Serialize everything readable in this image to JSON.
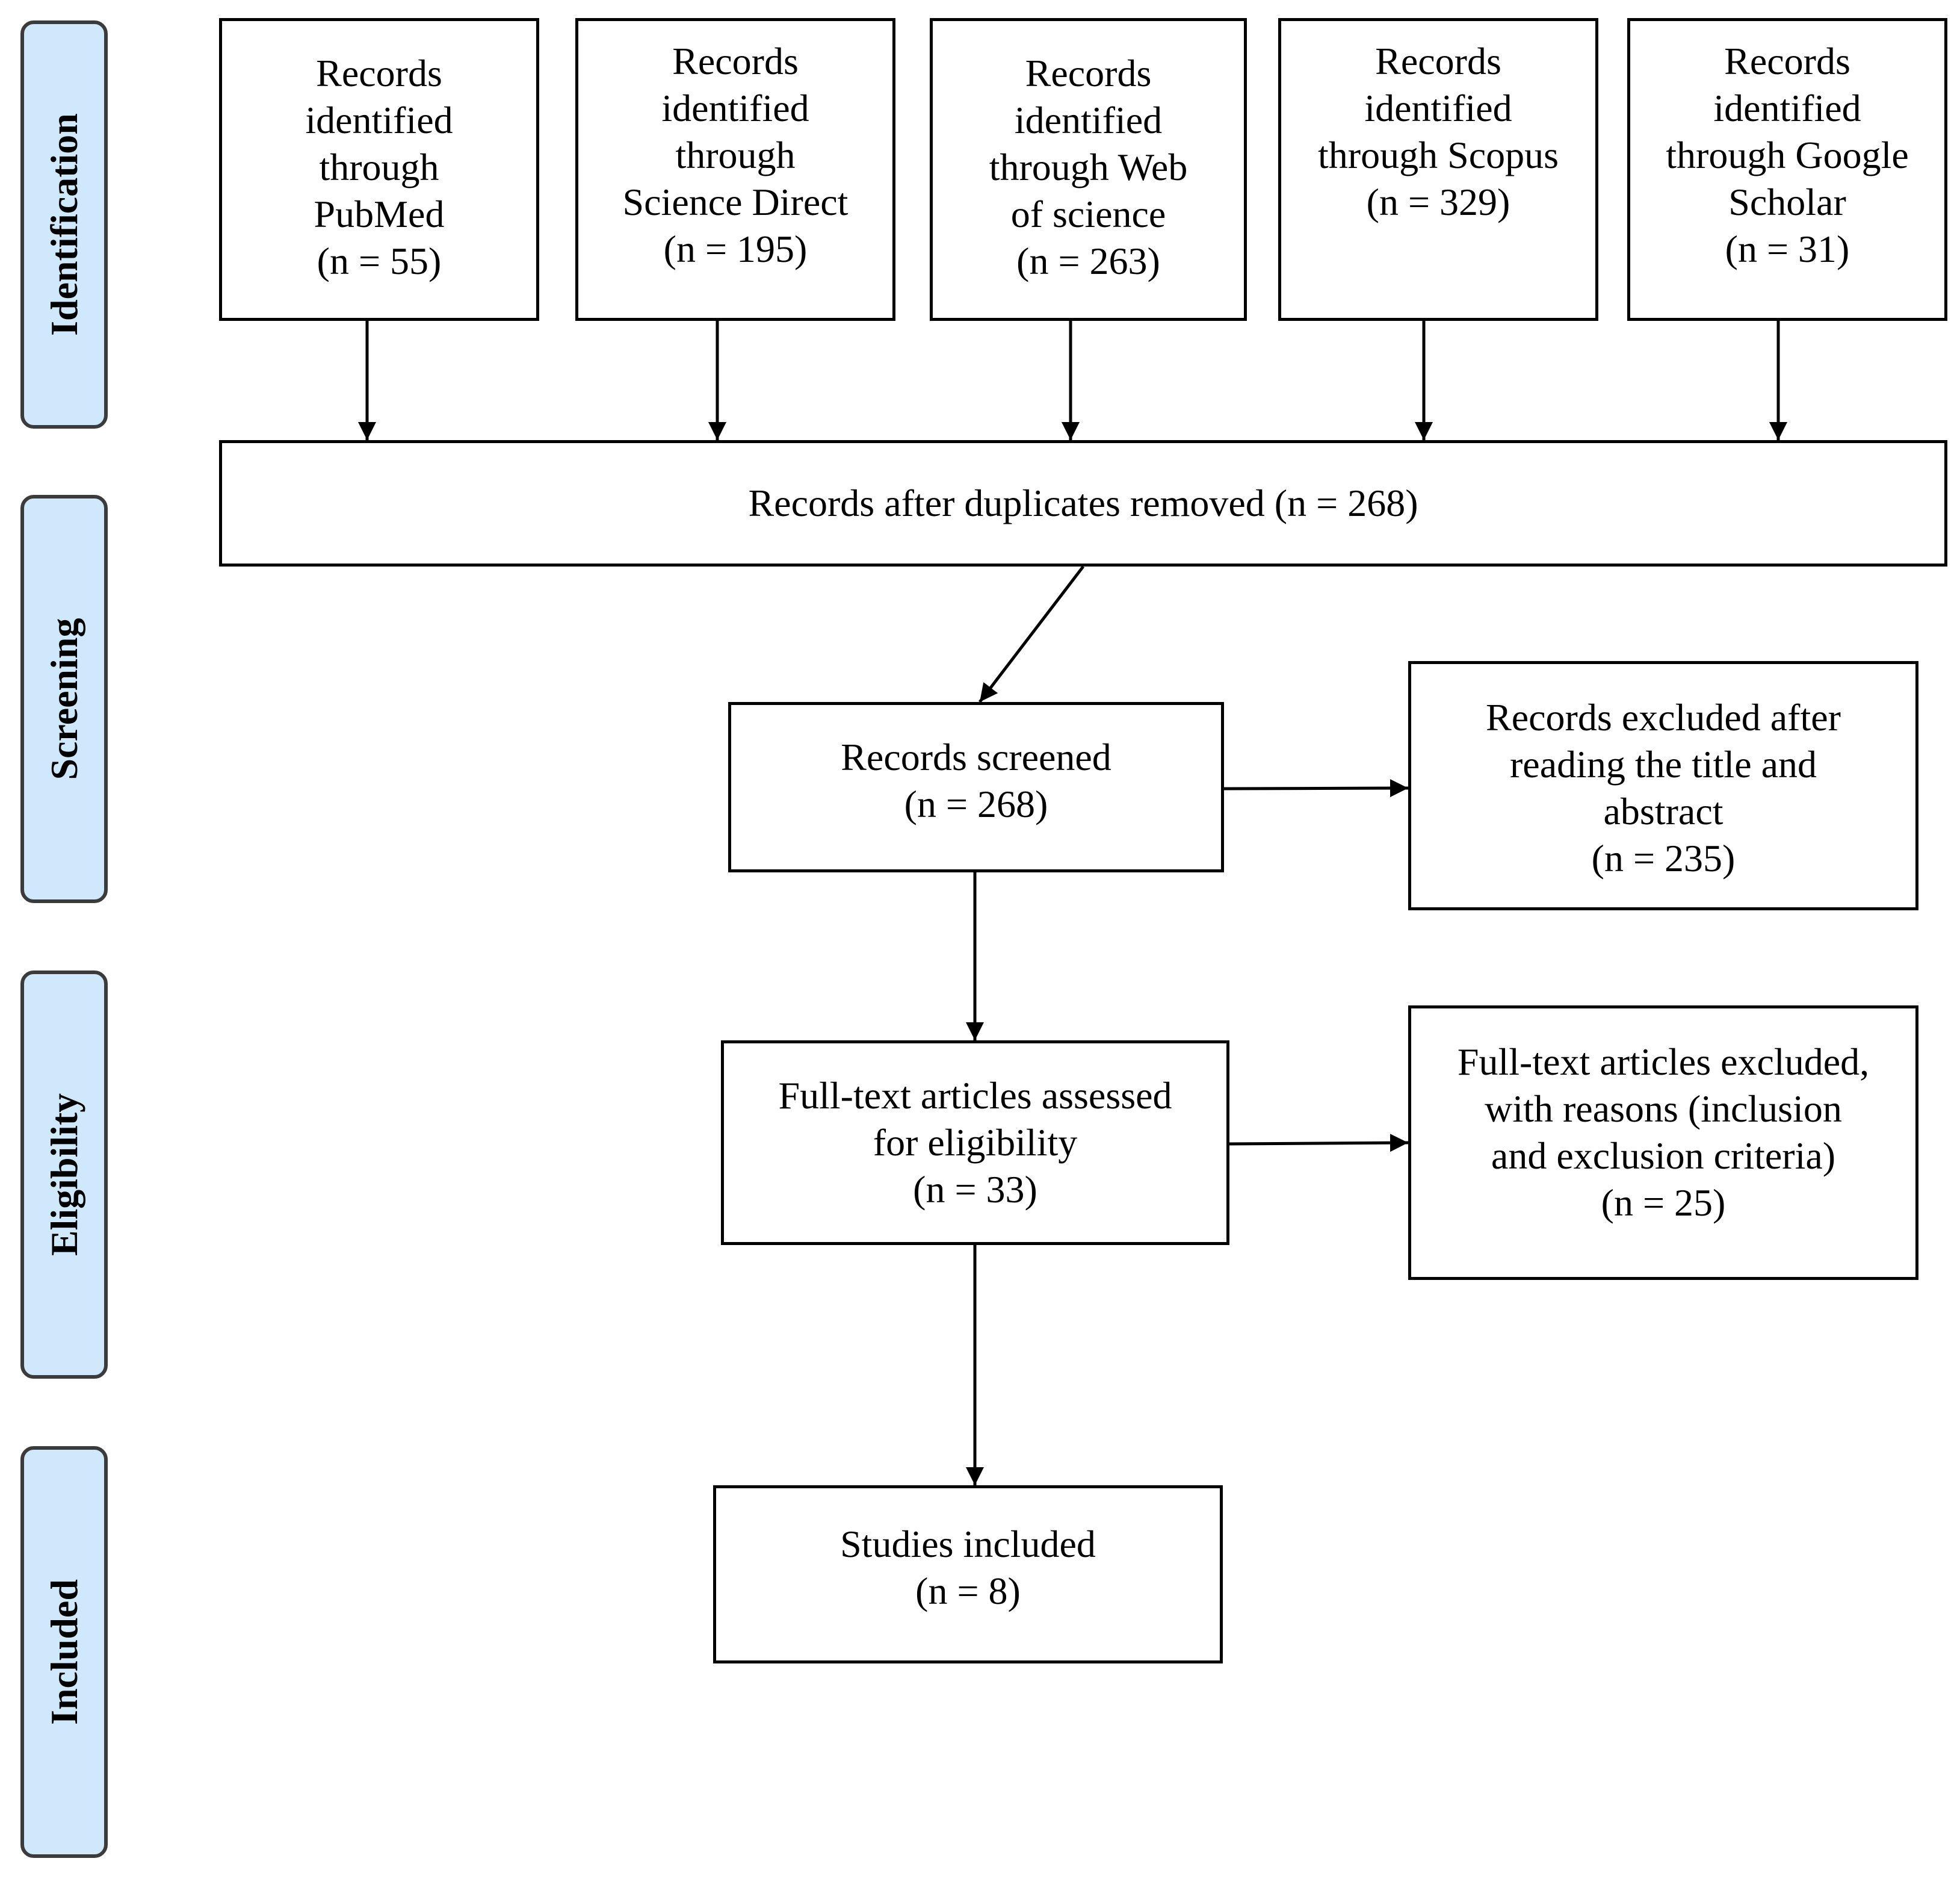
{
  "stages": {
    "identification": "Identification",
    "screening": "Screening",
    "eligibility": "Eligibility",
    "included": "Included"
  },
  "identification": {
    "pubmed": "Records\nidentified\nthrough\nPubMed\n(n = 55)",
    "science_direct": "Records\nidentified\nthrough\nScience Direct\n(n = 195)",
    "web_of_science": "Records\nidentified\nthrough Web\nof science\n(n = 263)",
    "scopus": "Records\nidentified\nthrough Scopus\n(n = 329)",
    "google_scholar": "Records\nidentified\nthrough Google\nScholar\n(n = 31)"
  },
  "screening": {
    "duplicates_removed": "Records after duplicates removed (n = 268)",
    "records_screened": "Records screened\n(n = 268)",
    "records_excluded": "Records excluded after\nreading the title and\nabstract\n(n = 235)"
  },
  "eligibility": {
    "fulltext_assessed": "Full-text articles assessed\nfor eligibility\n(n = 33)",
    "fulltext_excluded": "Full-text articles excluded,\nwith reasons (inclusion\nand exclusion criteria)\n(n = 25)"
  },
  "included": {
    "studies_included": "Studies included\n(n = 8)"
  },
  "colors": {
    "stage_fill": "#cfe8fb",
    "stage_border": "#3b3b3b",
    "line": "#000000"
  }
}
